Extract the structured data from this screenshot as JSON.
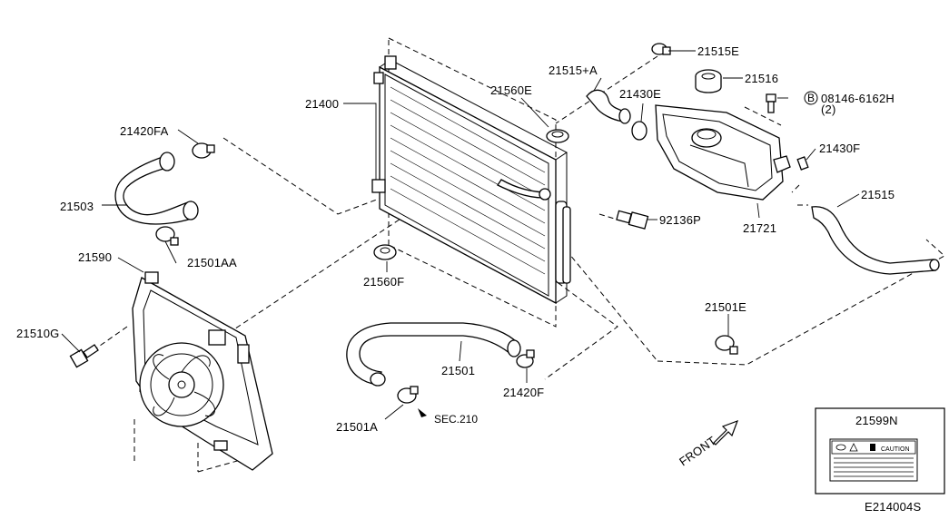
{
  "diagram": {
    "labels": {
      "p21400": "21400",
      "p21420FA": "21420FA",
      "p21503": "21503",
      "p21501AA": "21501AA",
      "p21590": "21590",
      "p21510G": "21510G",
      "p21560E": "21560E",
      "p21560F": "21560F",
      "p21515A": "21515+A",
      "p21430E": "21430E",
      "p21515E": "21515E",
      "p21516": "21516",
      "bolt_circle": "B",
      "p08146": "08146-6162H",
      "p08146_qty": "(2)",
      "p21430F": "21430F",
      "p21515": "21515",
      "p92136P": "92136P",
      "p21721": "21721",
      "p21501E": "21501E",
      "p21501": "21501",
      "p21420F": "21420F",
      "p21501A": "21501A",
      "sec210": "SEC.210",
      "front": "FRONT",
      "p21599N": "21599N",
      "caution": "CAUTION",
      "diagram_id": "E214004S"
    }
  }
}
